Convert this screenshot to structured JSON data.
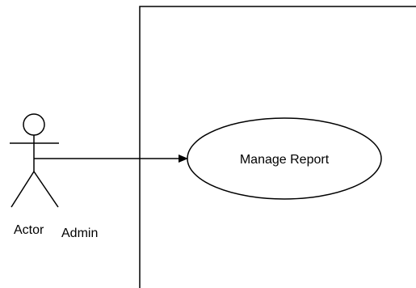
{
  "diagram": {
    "type": "use-case",
    "actor": {
      "label_parts": [
        "Actor",
        "Admin"
      ]
    },
    "use_case": {
      "label": "Manage Report"
    },
    "association": {
      "from": "actor",
      "to": "use_case",
      "arrowhead": "filled"
    },
    "colors": {
      "stroke": "#000000",
      "background": "#ffffff"
    }
  }
}
